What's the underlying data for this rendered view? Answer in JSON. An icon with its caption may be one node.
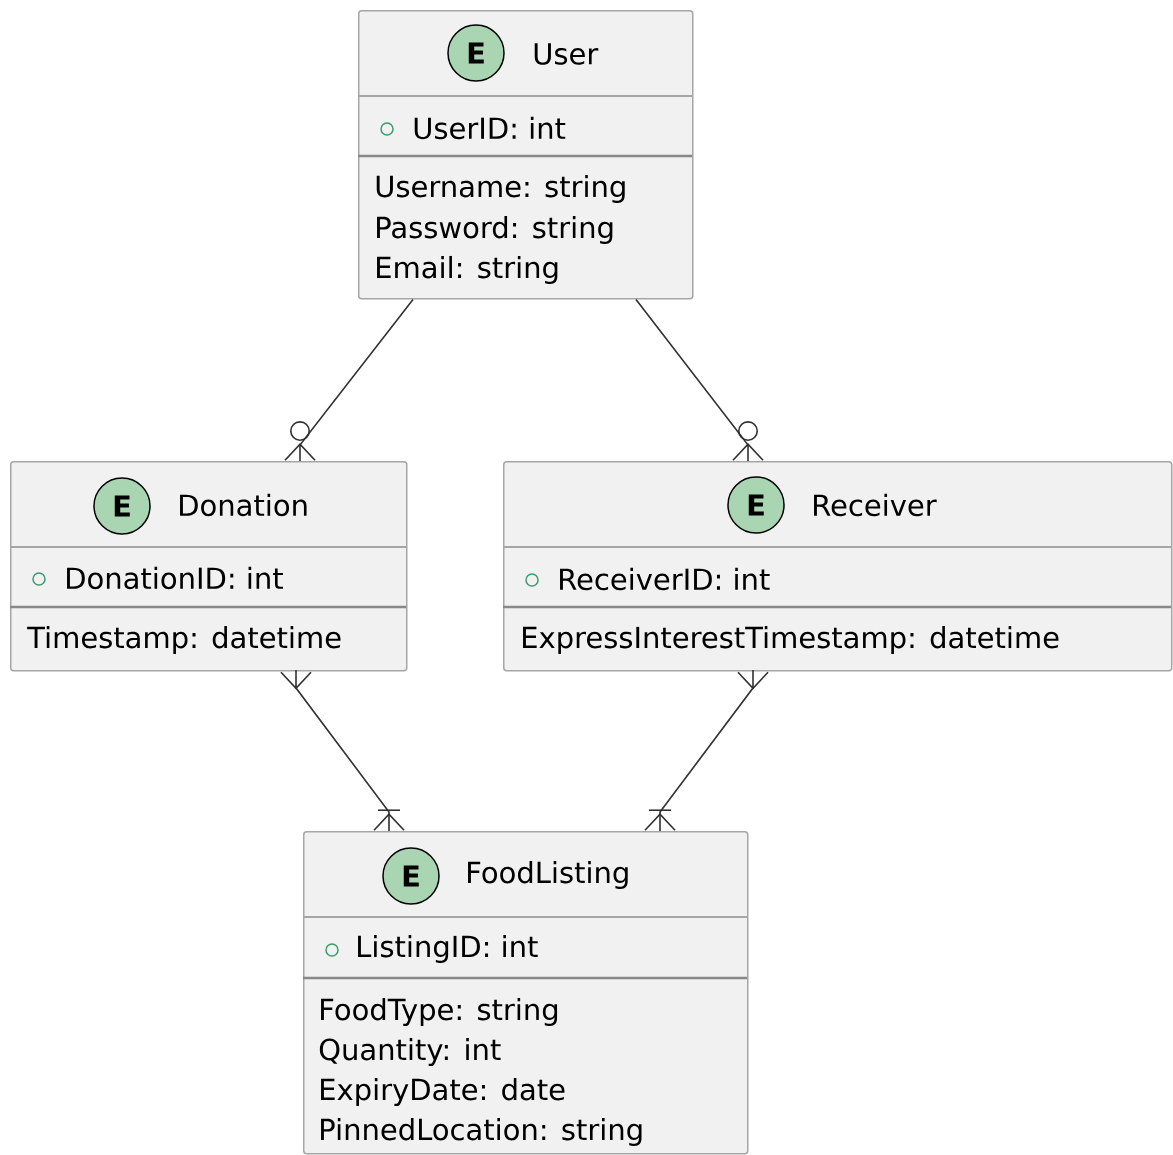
{
  "diagram": {
    "nodes": [
      {
        "text": [
          "E",
          "User",
          "UserID: int",
          "Username: string",
          "Password: string",
          "Email: string"
        ]
      },
      {
        "text": [
          "E",
          "Donation",
          "DonationID: int",
          "Timestamp: datetime"
        ]
      },
      {
        "text": [
          "E",
          "Receiver",
          "ReceiverID: int",
          "ExpressInterestTimestamp: datetime"
        ]
      },
      {
        "text": [
          "E",
          "FoodListing",
          "ListingID: int",
          "FoodType: string",
          "Quantity: int",
          "ExpiryDate: date",
          "PinnedLocation: string"
        ]
      }
    ],
    "edges": [
      {
        "from": 0,
        "to": 1,
        "arrow": "other"
      },
      {
        "from": 0,
        "to": 2,
        "arrow": "other"
      },
      {
        "from": 1,
        "to": 3,
        "arrow": "other"
      },
      {
        "from": 2,
        "to": 3,
        "arrow": "other"
      }
    ]
  }
}
